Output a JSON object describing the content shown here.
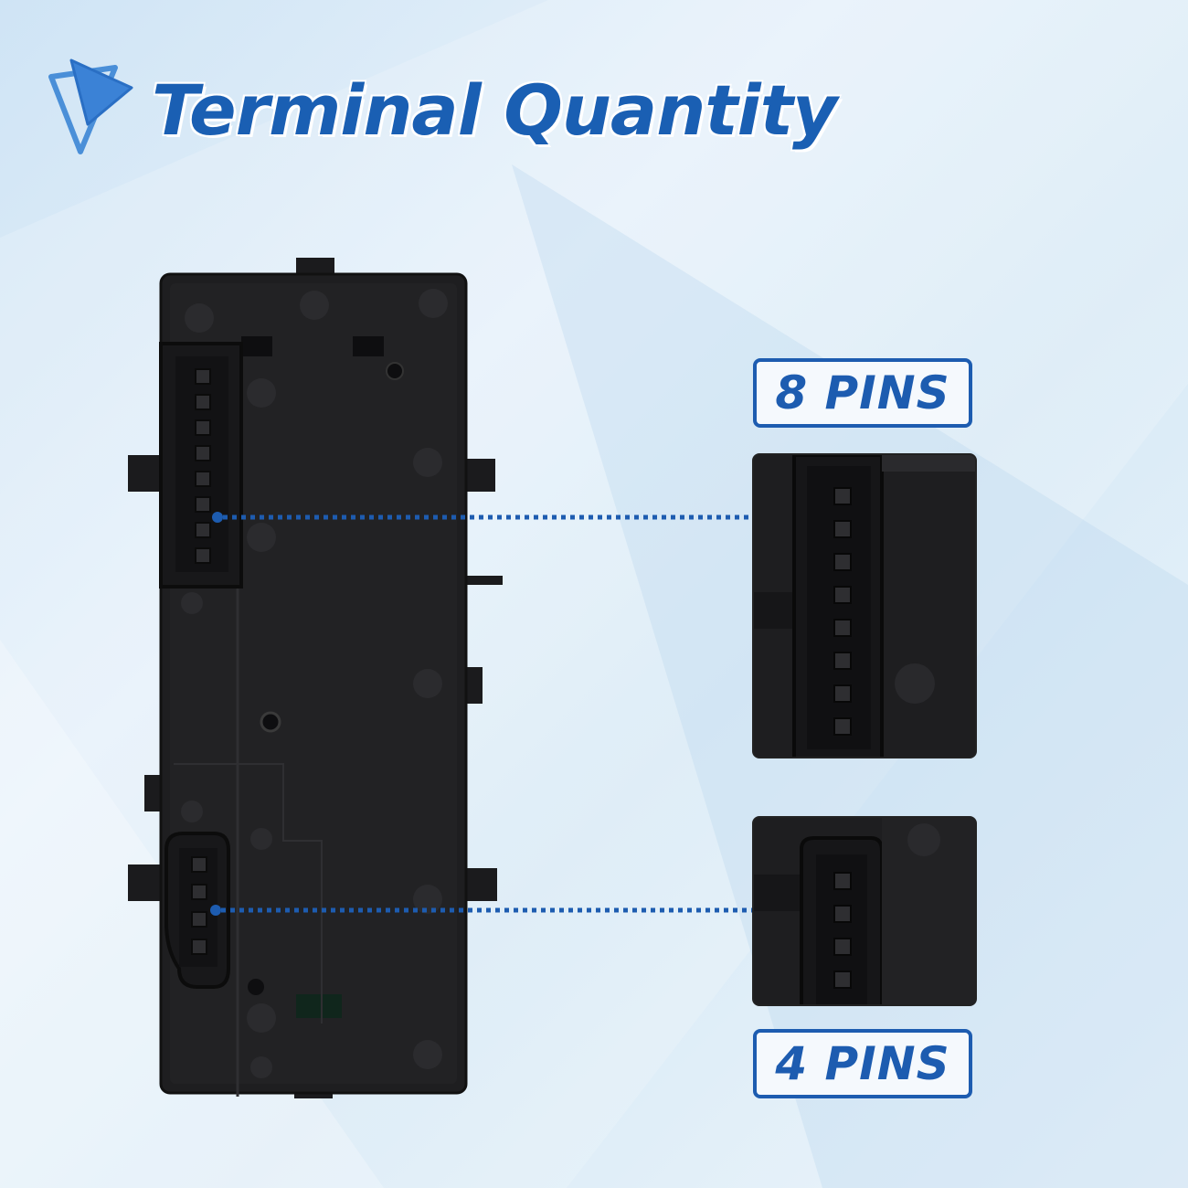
{
  "header": {
    "title": "Terminal Quantity",
    "logo": "play-triangle-logo-icon"
  },
  "callouts": [
    {
      "label": "8 PINS",
      "pins": 8
    },
    {
      "label": "4 PINS",
      "pins": 4
    }
  ],
  "colors": {
    "accent": "#1d5cb0",
    "title": "#1a5fb3",
    "product": "#1e1e20"
  }
}
